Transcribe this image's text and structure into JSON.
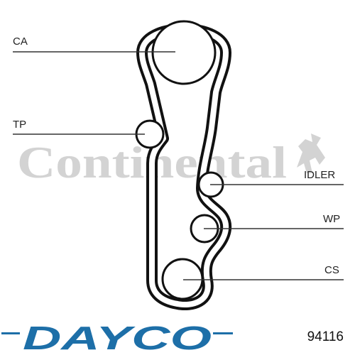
{
  "labels": {
    "ca": "CA",
    "tp": "TP",
    "idler": "IDLER",
    "wp": "WP",
    "cs": "CS"
  },
  "watermark": {
    "text": "Continental",
    "color": "#d3d3d3"
  },
  "brand": {
    "text": "DAYCO",
    "color": "#1d6fa8"
  },
  "part_number": "94116",
  "colors": {
    "belt": "#111111",
    "line": "#333333",
    "background": "#ffffff"
  }
}
